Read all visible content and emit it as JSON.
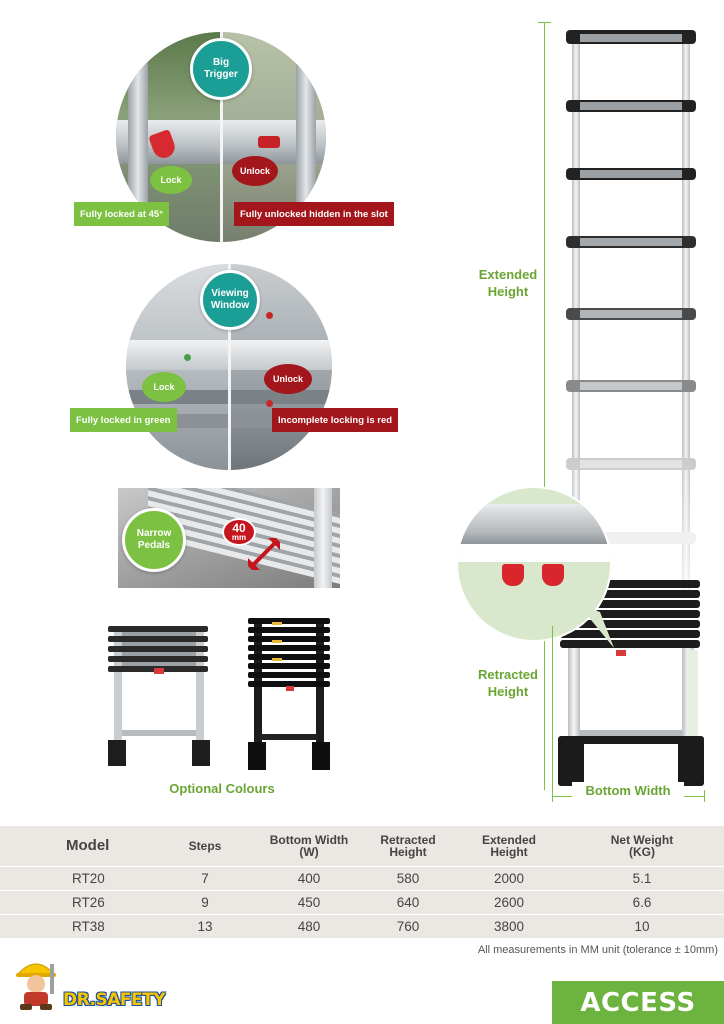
{
  "features": {
    "trigger": {
      "badge": "Big Trigger",
      "lock": "Lock",
      "unlock": "Unlock",
      "lock_caption": "Fully locked at 45°",
      "unlock_caption": "Fully unlocked hidden in the slot"
    },
    "window": {
      "badge": "Viewing Window",
      "lock": "Lock",
      "unlock": "Unlock",
      "lock_caption": "Fully locked in green",
      "unlock_caption": "Incomplete locking is red"
    },
    "pedals": {
      "badge": "Narrow Pedals",
      "size_value": "40",
      "size_unit": "mm"
    }
  },
  "optional_colours_label": "Optional Colours",
  "diagram": {
    "extended_height": "Extended Height",
    "retracted_height": "Retracted Height",
    "bottom_width": "Bottom Width"
  },
  "specs": {
    "headers": {
      "model": "Model",
      "steps": "Steps",
      "bottom_width": "Bottom Width (W)",
      "retracted_height": "Retracted Height",
      "extended_height": "Extended Height",
      "net_weight": "Net Weight (KG)"
    },
    "rows": [
      {
        "model": "RT20",
        "steps": "7",
        "bottom_width": "400",
        "retracted_height": "580",
        "extended_height": "2000",
        "net_weight": "5.1"
      },
      {
        "model": "RT26",
        "steps": "9",
        "bottom_width": "450",
        "retracted_height": "640",
        "extended_height": "2600",
        "net_weight": "6.6"
      },
      {
        "model": "RT38",
        "steps": "13",
        "bottom_width": "480",
        "retracted_height": "760",
        "extended_height": "3800",
        "net_weight": "10"
      }
    ]
  },
  "note": "All measurements in MM unit (tolerance ± 10mm)",
  "brand": "DR.SAFETY",
  "section_label": "ACCESS",
  "colors": {
    "accent_green": "#7cc142",
    "teal": "#1b9e95",
    "lock_red": "#a3161c",
    "brand_yellow": "#f7c500",
    "brand_blue": "#1b4e9b"
  }
}
